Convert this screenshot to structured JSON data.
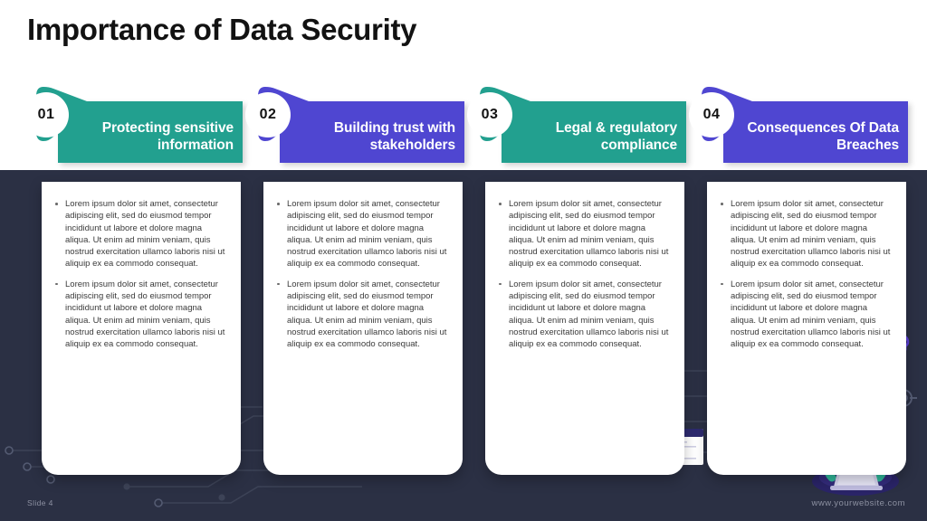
{
  "slide": {
    "title": "Importance of Data Security",
    "slide_number_label": "Slide 4",
    "website": "www.yourwebsite.com",
    "colors": {
      "teal": "#22a08f",
      "purple": "#4f46d1",
      "dark_background": "#2b3044",
      "card_background": "#ffffff",
      "title_text": "#121212",
      "body_text": "#3b3b3b",
      "footer_text": "#8d91a2"
    }
  },
  "body_paragraph": "Lorem ipsum dolor sit amet, consectetur adipiscing elit, sed do eiusmod tempor incididunt ut labore et dolore magna aliqua. Ut enim ad minim veniam, quis nostrud exercitation ullamco laboris nisi ut aliquip ex ea commodo consequat.",
  "cards": [
    {
      "number": "01",
      "heading": "Protecting sensitive information",
      "accent": "teal",
      "bullets": [
        "Lorem ipsum dolor sit amet, consectetur adipiscing elit, sed do eiusmod tempor incididunt ut labore et dolore magna aliqua. Ut enim ad minim veniam, quis nostrud exercitation ullamco laboris nisi ut aliquip ex ea commodo consequat.",
        "Lorem ipsum dolor sit amet, consectetur adipiscing elit, sed do eiusmod tempor incididunt ut labore et dolore magna aliqua. Ut enim ad minim veniam, quis nostrud exercitation ullamco laboris nisi ut aliquip ex ea commodo consequat."
      ]
    },
    {
      "number": "02",
      "heading": "Building trust with stakeholders",
      "accent": "purple",
      "bullets": [
        "Lorem ipsum dolor sit amet, consectetur adipiscing elit, sed do eiusmod tempor incididunt ut labore et dolore magna aliqua. Ut enim ad minim veniam, quis nostrud exercitation ullamco laboris nisi ut aliquip ex ea commodo consequat.",
        "Lorem ipsum dolor sit amet, consectetur adipiscing elit, sed do eiusmod tempor incididunt ut labore et dolore magna aliqua. Ut enim ad minim veniam, quis nostrud exercitation ullamco laboris nisi ut aliquip ex ea commodo consequat."
      ]
    },
    {
      "number": "03",
      "heading": "Legal & regulatory compliance",
      "accent": "teal",
      "bullets": [
        "Lorem ipsum dolor sit amet, consectetur adipiscing elit, sed do eiusmod tempor incididunt ut labore et dolore magna aliqua. Ut enim ad minim veniam, quis nostrud exercitation ullamco laboris nisi ut aliquip ex ea commodo consequat.",
        "Lorem ipsum dolor sit amet, consectetur adipiscing elit, sed do eiusmod tempor incididunt ut labore et dolore magna aliqua. Ut enim ad minim veniam, quis nostrud exercitation ullamco laboris nisi ut aliquip ex ea commodo consequat."
      ]
    },
    {
      "number": "04",
      "heading": "Consequences Of Data Breaches",
      "accent": "purple",
      "bullets": [
        "Lorem ipsum dolor sit amet, consectetur adipiscing elit, sed do eiusmod tempor incididunt ut labore et dolore magna aliqua. Ut enim ad minim veniam, quis nostrud exercitation ullamco laboris nisi ut aliquip ex ea commodo consequat.",
        "Lorem ipsum dolor sit amet, consectetur adipiscing elit, sed do eiusmod tempor incididunt ut labore et dolore magna aliqua. Ut enim ad minim veniam, quis nostrud exercitation ullamco laboris nisi ut aliquip ex ea commodo consequat."
      ]
    }
  ],
  "illustration": {
    "icons": [
      "skull-icon",
      "crosshair-target-icon",
      "browser-window-icon",
      "server-rack-icon",
      "person-with-laptop-icon",
      "circuit-pattern"
    ]
  }
}
